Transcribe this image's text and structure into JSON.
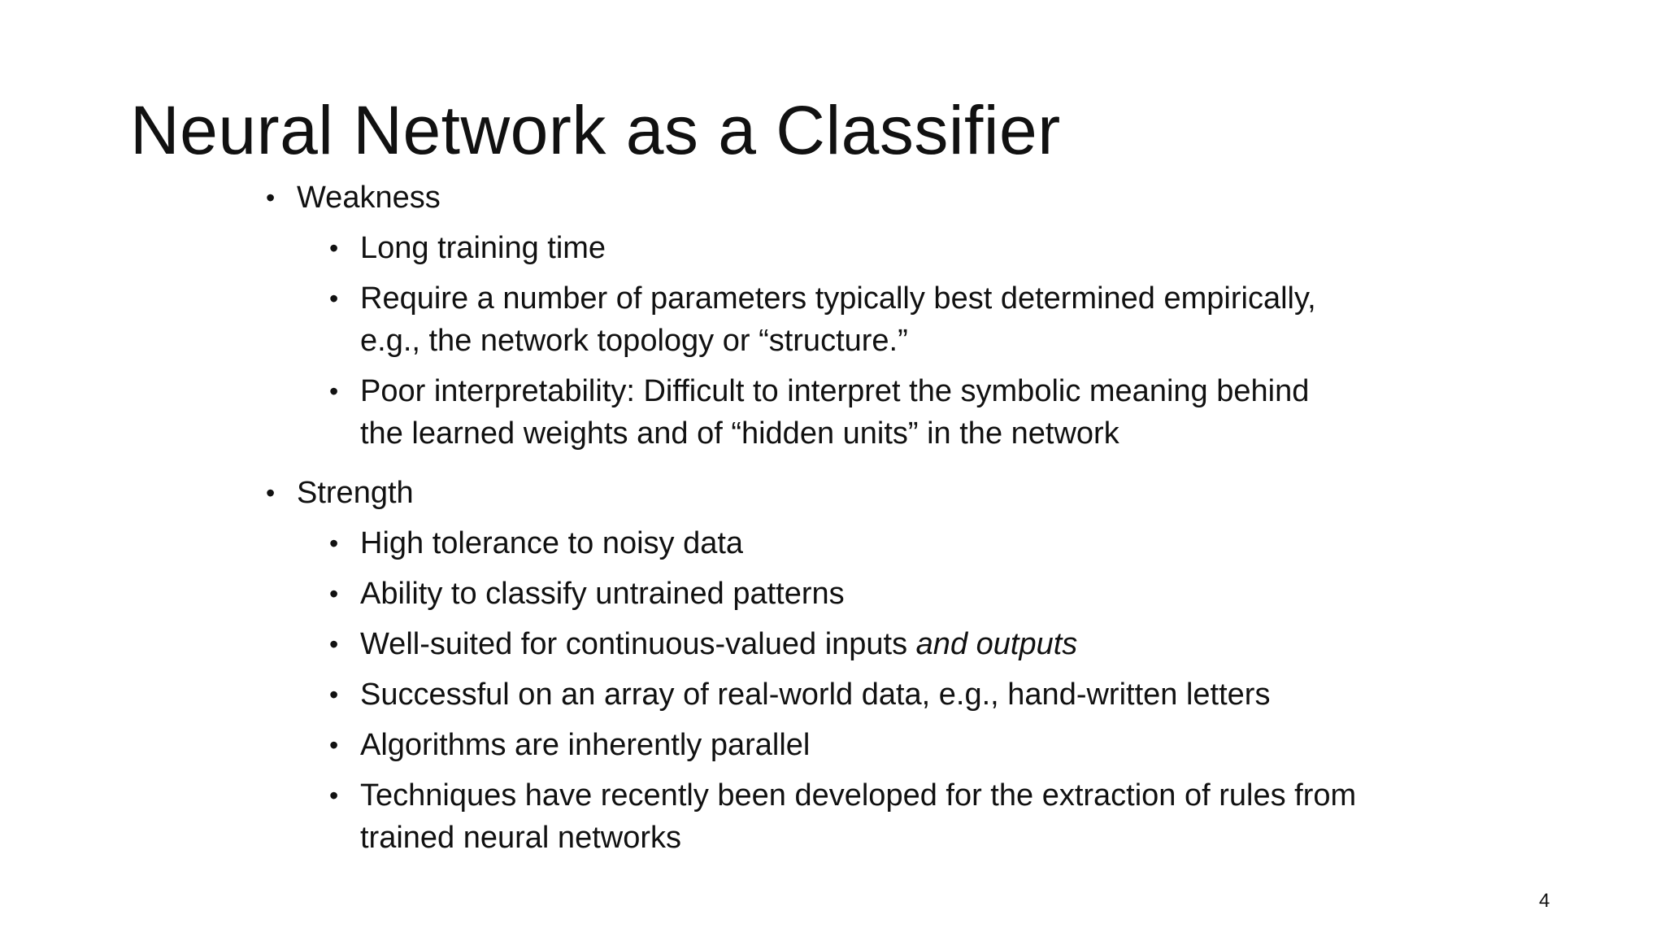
{
  "slide": {
    "title": "Neural Network as a Classifier",
    "page_number": "4",
    "bullet_glyph": "•",
    "weakness": {
      "heading": "Weakness",
      "items": [
        {
          "line1": "Long training time"
        },
        {
          "line1": "Require a number of parameters typically best determined empirically,",
          "line2": "e.g., the network topology or “structure.”"
        },
        {
          "line1": "Poor interpretability: Difficult to interpret the symbolic meaning behind",
          "line2": "the learned weights and of “hidden units” in the network"
        }
      ]
    },
    "strength": {
      "heading": "Strength",
      "items": [
        {
          "line1": "High tolerance to noisy data"
        },
        {
          "line1": "Ability to classify untrained patterns"
        },
        {
          "line1_plain": "Well-suited for continuous-valued inputs ",
          "line1_italic": "and outputs"
        },
        {
          "line1": "Successful on an array of real-world data, e.g., hand-written letters"
        },
        {
          "line1": "Algorithms are inherently parallel"
        },
        {
          "line1": "Techniques have recently been developed for the extraction of rules from",
          "line2": "trained neural networks"
        }
      ]
    }
  }
}
